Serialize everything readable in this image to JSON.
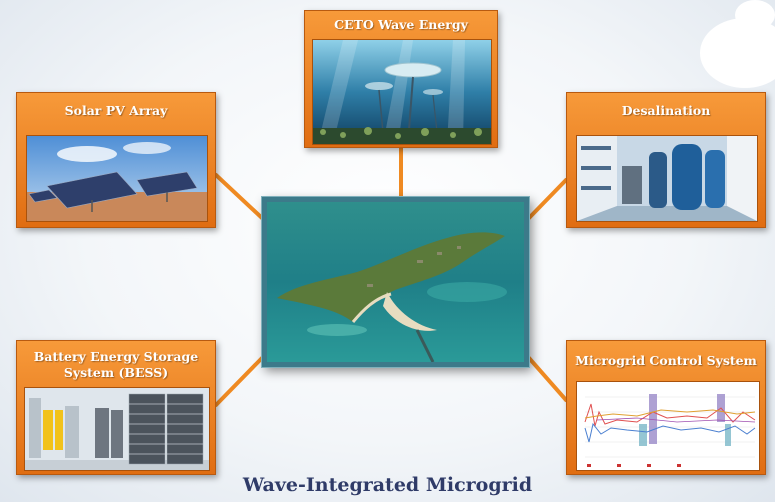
{
  "main_title": "Wave-Integrated Microgrid",
  "center": {
    "icon": "island-aerial-photo"
  },
  "components": [
    {
      "id": "ceto",
      "title": "CETO Wave Energy",
      "icon": "underwater-wave-buoy-photo"
    },
    {
      "id": "solar",
      "title": "Solar PV Array",
      "icon": "solar-panels-photo"
    },
    {
      "id": "desal",
      "title": "Desalination",
      "icon": "desalination-plant-photo"
    },
    {
      "id": "bess",
      "title": "Battery Energy Storage System (BESS)",
      "icon": "battery-racks-photo"
    },
    {
      "id": "control",
      "title": "Microgrid Control System",
      "icon": "control-chart-photo"
    }
  ],
  "colors": {
    "card": "#ef7f1a",
    "connector": "#ef8a22",
    "title": "#2f3b68",
    "frame": "#3c7a8a"
  }
}
